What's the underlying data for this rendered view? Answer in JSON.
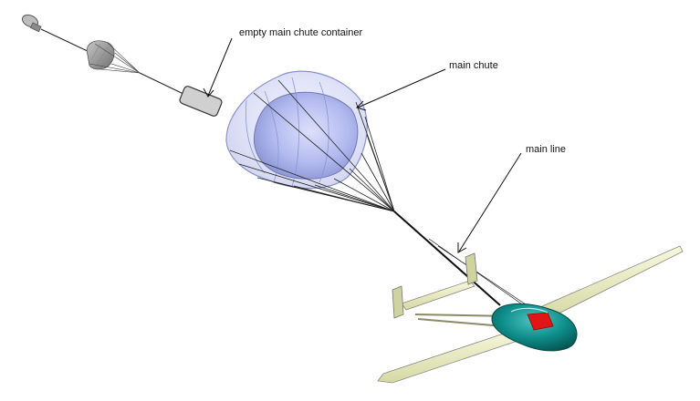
{
  "labels": {
    "empty_container": "empty main chute container",
    "main_chute": "main chute",
    "main_line": "main line"
  },
  "colors": {
    "canopy_fill": "#aab3ee",
    "canopy_outline": "#7d86c6",
    "drogue_fill": "#9a9a9a",
    "container_fill": "#d0d0d0",
    "wing_fill": "#ecefbf",
    "fuselage_fill": "#0d8d8a",
    "red_panel": "#e01515",
    "line_color": "#222222"
  }
}
